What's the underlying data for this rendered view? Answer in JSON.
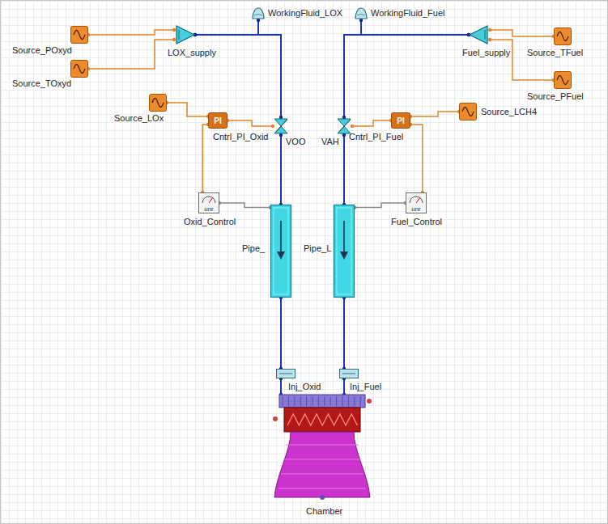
{
  "diagram": {
    "nodes": [
      {
        "text": [
          "Source_POxyd"
        ]
      },
      {
        "text": [
          "Source_TOxyd"
        ]
      },
      {
        "text": [
          "LOX_supply"
        ]
      },
      {
        "text": [
          "WorkingFluid_LOX"
        ]
      },
      {
        "text": [
          "WorkingFluid_Fuel"
        ]
      },
      {
        "text": [
          "Fuel_supply"
        ]
      },
      {
        "text": [
          "Source_TFuel"
        ]
      },
      {
        "text": [
          "Source_PFuel"
        ]
      },
      {
        "text": [
          "Source_LOx"
        ]
      },
      {
        "text": [
          "PI",
          "Cntrl_PI_Oxid"
        ]
      },
      {
        "text": [
          "VOO"
        ]
      },
      {
        "text": [
          "VAH"
        ]
      },
      {
        "text": [
          "Source_LCH4"
        ]
      },
      {
        "text": [
          "PI",
          "Cntrl_PI_Fuel"
        ]
      },
      {
        "text": [
          "unr",
          "Oxid_Control"
        ]
      },
      {
        "text": [
          "unr",
          "Fuel_Control"
        ]
      },
      {
        "text": [
          "Pipe_"
        ]
      },
      {
        "text": [
          "Pipe_L"
        ]
      },
      {
        "text": [
          "Inj_Oxid"
        ]
      },
      {
        "text": [
          "Inj_Fuel"
        ]
      },
      {
        "text": [
          "Chamber"
        ]
      }
    ],
    "edges": [
      {
        "from": 0,
        "to": 2,
        "arrow": "none"
      },
      {
        "from": 1,
        "to": 2,
        "arrow": "none"
      },
      {
        "from": 6,
        "to": 5,
        "arrow": "none"
      },
      {
        "from": 7,
        "to": 5,
        "arrow": "none"
      },
      {
        "from": 8,
        "to": 9,
        "arrow": "none"
      },
      {
        "from": 9,
        "to": 10,
        "arrow": "none"
      },
      {
        "from": 14,
        "to": 9,
        "arrow": "none"
      },
      {
        "from": 12,
        "to": 13,
        "arrow": "none"
      },
      {
        "from": 13,
        "to": 11,
        "arrow": "none"
      },
      {
        "from": 15,
        "to": 13,
        "arrow": "none"
      },
      {
        "from": 2,
        "to": 10,
        "arrow": "none"
      },
      {
        "from": 3,
        "to": 2,
        "arrow": "none"
      },
      {
        "from": 5,
        "to": 11,
        "arrow": "none"
      },
      {
        "from": 4,
        "to": 5,
        "arrow": "none"
      },
      {
        "from": 10,
        "to": 16,
        "arrow": "none"
      },
      {
        "from": 11,
        "to": 17,
        "arrow": "none"
      },
      {
        "from": 16,
        "to": 18,
        "arrow": "none"
      },
      {
        "from": 17,
        "to": 19,
        "arrow": "none"
      },
      {
        "from": 18,
        "to": 20,
        "arrow": "none"
      },
      {
        "from": 19,
        "to": 20,
        "arrow": "none"
      },
      {
        "from": 14,
        "to": 16,
        "arrow": "none"
      },
      {
        "from": 15,
        "to": 17,
        "arrow": "none"
      }
    ]
  }
}
